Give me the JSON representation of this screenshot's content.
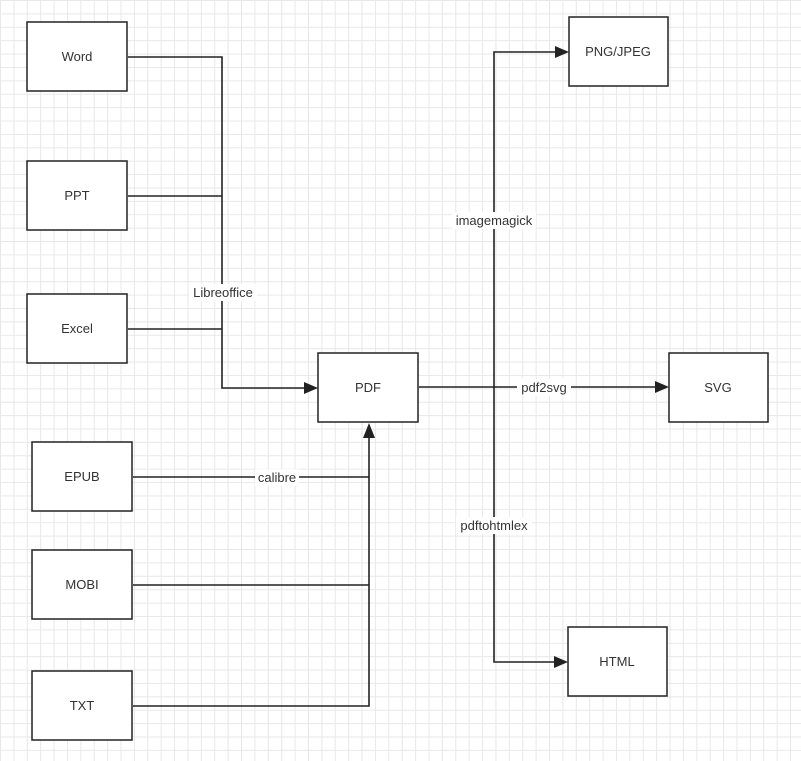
{
  "nodes": {
    "word": "Word",
    "ppt": "PPT",
    "excel": "Excel",
    "epub": "EPUB",
    "mobi": "MOBI",
    "txt": "TXT",
    "pdf": "PDF",
    "png_jpeg": "PNG/JPEG",
    "svg": "SVG",
    "html": "HTML"
  },
  "edge_labels": {
    "libreoffice": "Libreoffice",
    "calibre": "calibre",
    "imagemagick": "imagemagick",
    "pdf2svg": "pdf2svg",
    "pdftohtmlex": "pdftohtmlex"
  }
}
